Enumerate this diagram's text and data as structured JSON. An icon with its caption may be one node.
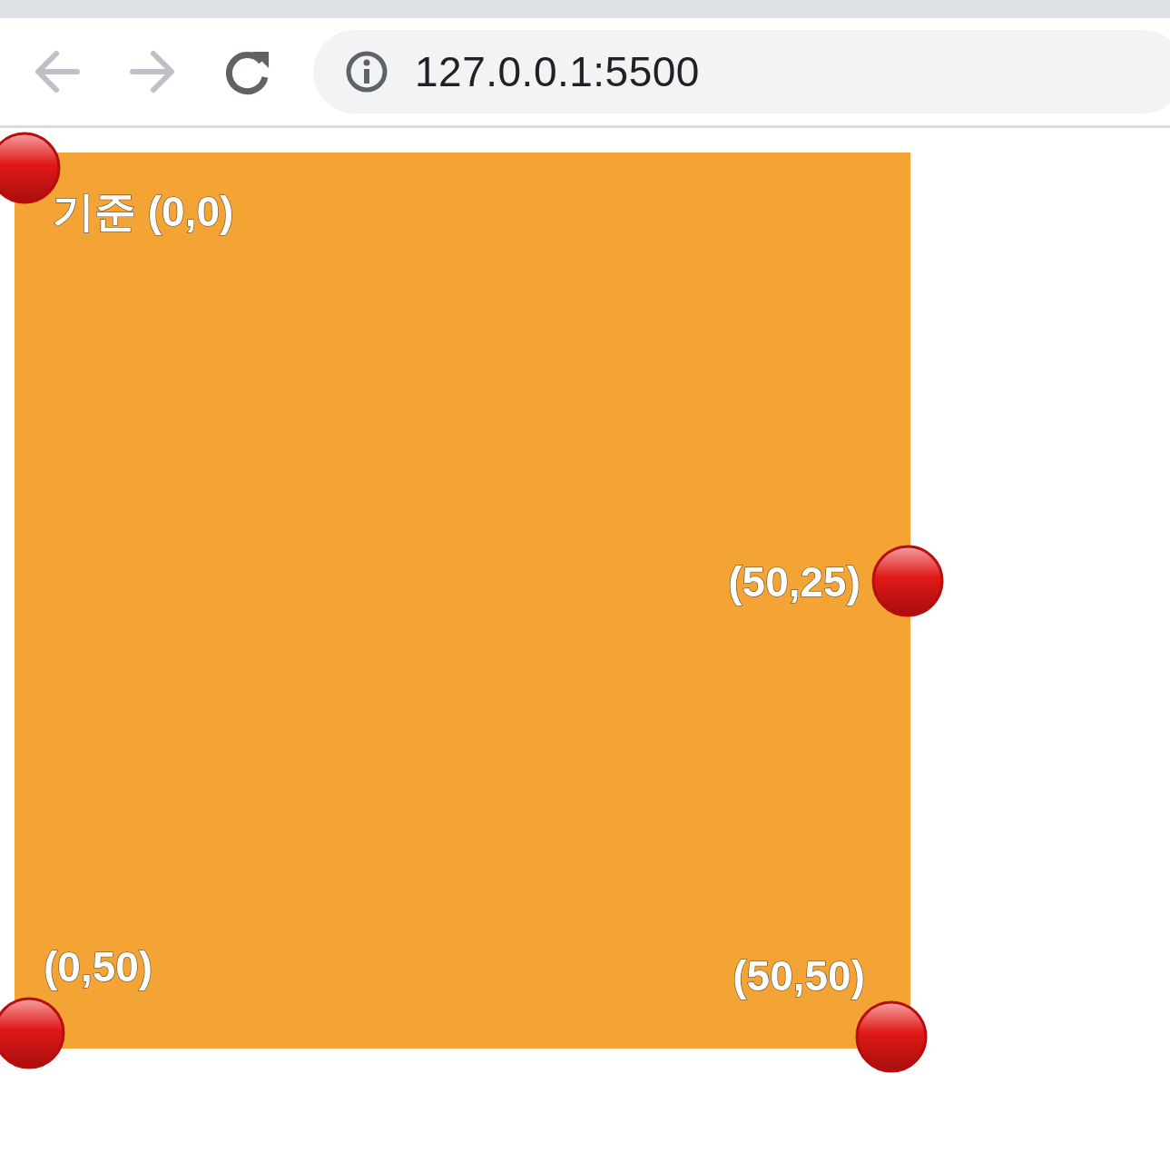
{
  "diagram": {
    "labels": [
      "127.0.0.1:5500",
      "기준 (0,0)",
      "(50,25)",
      "(0,50)",
      "(50,50)"
    ]
  }
}
